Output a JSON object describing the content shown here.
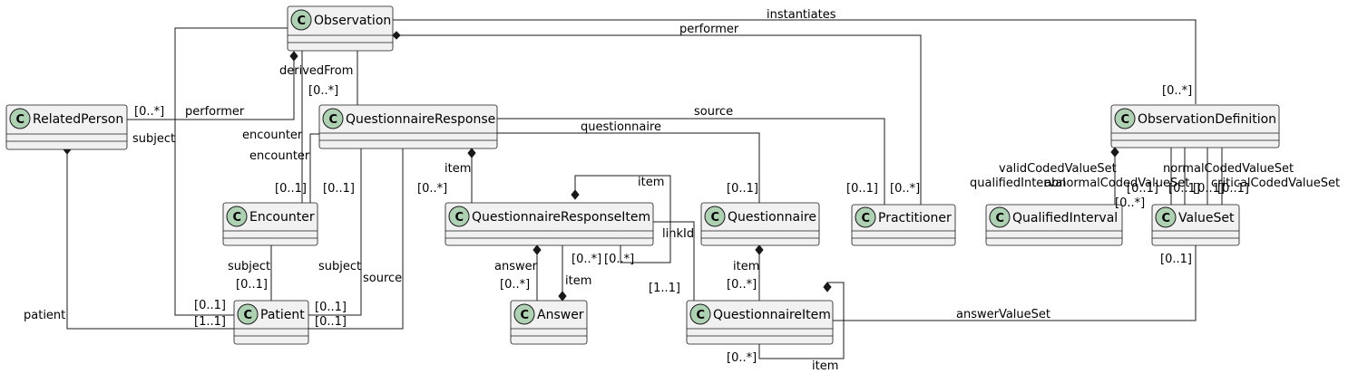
{
  "classes": {
    "observation": "Observation",
    "related_person": "RelatedPerson",
    "questionnaire_response": "QuestionnaireResponse",
    "encounter": "Encounter",
    "patient": "Patient",
    "questionnaire_response_item": "QuestionnaireResponseItem",
    "answer": "Answer",
    "questionnaire": "Questionnaire",
    "questionnaire_item": "QuestionnaireItem",
    "practitioner": "Practitioner",
    "observation_definition": "ObservationDefinition",
    "qualified_interval": "QualifiedInterval",
    "value_set": "ValueSet"
  },
  "class_badge": "C",
  "labels": {
    "instantiates": "instantiates",
    "performer_top": "performer",
    "derived_from": "derivedFrom",
    "derived_from_mult": "[0..*]",
    "rp_performer_mult": "[0..*]",
    "rp_performer": "performer",
    "rp_subject": "subject",
    "obs_subject_mult": "[0..1]",
    "obs_encounter": "encounter",
    "qr_encounter": "encounter",
    "qr_encounter_mult": "[0..1]",
    "qr_subject_mult": "[0..1]",
    "enc_subject": "subject",
    "enc_subject_mult": "[0..1]",
    "qr_subject": "subject",
    "qr_subject_patient_mult": "[0..1]",
    "qr_source": "source",
    "qr_source_patient_mult": "[0..1]",
    "patient_label": "patient",
    "patient_mult": "[1..1]",
    "source_practitioner": "source",
    "source_practitioner_mult": "[0..1]",
    "performer_practitioner_mult": "[0..*]",
    "questionnaire_assoc": "questionnaire",
    "questionnaire_mult": "[0..1]",
    "qr_item": "item",
    "qr_item_mult": "[0..*]",
    "qri_self_item": "item",
    "qri_self_item_mult": "[0..*]",
    "qri_answer": "answer",
    "qri_answer_mult": "[0..*]",
    "answer_item_mult": "[0..*]",
    "answer_item": "item",
    "link_id": "linkId",
    "link_id_mult": "[1..1]",
    "q_item": "item",
    "q_item_mult": "[0..*]",
    "qi_self_item_mult": "[0..*]",
    "qi_self_item": "item",
    "answer_value_set": "answerValueSet",
    "answer_value_set_mult": "[0..1]",
    "obsdef_mult": "[0..*]",
    "valid_coded": "validCodedValueSet",
    "qualified_interval": "qualifiedInterval",
    "abnormal_coded": "abnormalCodedValueSet",
    "normal_coded": "normalCodedValueSet",
    "critical_coded": "criticalCodedValueSet",
    "qi_mult": "[0..*]",
    "valid_mult": "[0..1]",
    "normal_mult": "[0..1]",
    "abnormal_mult": "[0..1]",
    "critical_mult": "[0..1]"
  }
}
